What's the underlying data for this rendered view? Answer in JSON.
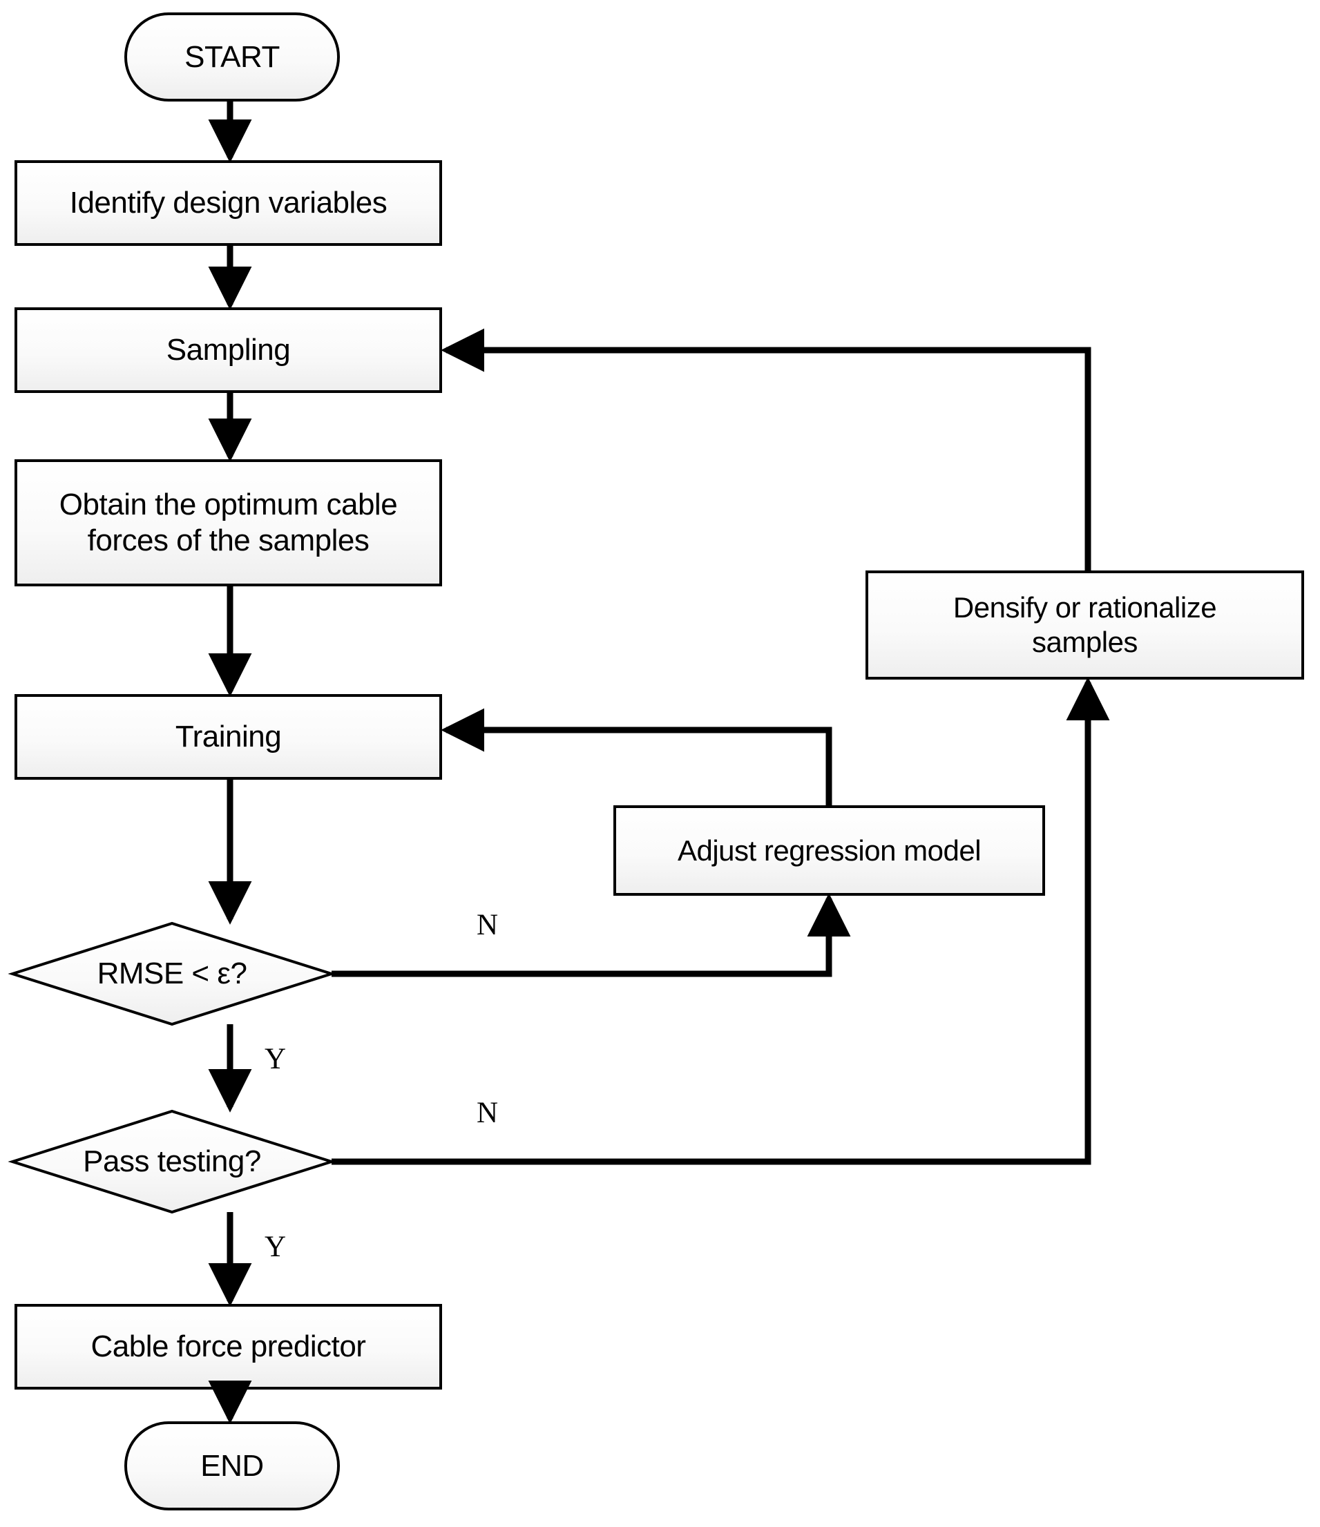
{
  "diagram": {
    "title": "Cable force predictor construction flowchart",
    "background_color": "#ffffff",
    "stroke_color": "#000000",
    "fill_top_color": "#ffffff",
    "fill_bottom_color": "#f0f0f0"
  },
  "nodes": {
    "start": {
      "label": "START",
      "shape": "terminator",
      "font_size": 44
    },
    "identify": {
      "label": "Identify design variables",
      "shape": "process",
      "font_size": 44
    },
    "sampling": {
      "label": "Sampling",
      "shape": "process",
      "font_size": 44
    },
    "obtain": {
      "label": "Obtain the  optimum cable\nforces of the samples",
      "shape": "process",
      "font_size": 44
    },
    "training": {
      "label": "Training",
      "shape": "process",
      "font_size": 44
    },
    "densify": {
      "label": "Densify or rationalize\nsamples",
      "shape": "process",
      "font_size": 42
    },
    "adjust": {
      "label": "Adjust regression model",
      "shape": "process",
      "font_size": 42
    },
    "rmse": {
      "label": "RMSE < ε?",
      "shape": "decision",
      "font_size": 44
    },
    "pass": {
      "label": "Pass testing?",
      "shape": "decision",
      "font_size": 44
    },
    "predictor": {
      "label": "Cable force predictor",
      "shape": "process",
      "font_size": 44
    },
    "end": {
      "label": "END",
      "shape": "terminator",
      "font_size": 44
    }
  },
  "edge_labels": {
    "rmse_no": "N",
    "rmse_yes": "Y",
    "pass_no": "N",
    "pass_yes": "Y"
  },
  "edges": [
    {
      "name": "start-to-identify",
      "from": "start",
      "to": "identify",
      "label": ""
    },
    {
      "name": "identify-to-sampling",
      "from": "identify",
      "to": "sampling",
      "label": ""
    },
    {
      "name": "sampling-to-obtain",
      "from": "sampling",
      "to": "obtain",
      "label": ""
    },
    {
      "name": "obtain-to-training",
      "from": "obtain",
      "to": "training",
      "label": ""
    },
    {
      "name": "training-to-rmse",
      "from": "training",
      "to": "rmse",
      "label": ""
    },
    {
      "name": "rmse-no-to-adjust",
      "from": "rmse",
      "to": "adjust",
      "label": "N"
    },
    {
      "name": "adjust-to-training",
      "from": "adjust",
      "to": "training",
      "label": ""
    },
    {
      "name": "rmse-yes-to-pass",
      "from": "rmse",
      "to": "pass",
      "label": "Y"
    },
    {
      "name": "pass-no-to-densify",
      "from": "pass",
      "to": "densify",
      "label": "N"
    },
    {
      "name": "densify-to-sampling",
      "from": "densify",
      "to": "sampling",
      "label": ""
    },
    {
      "name": "pass-yes-to-predictor",
      "from": "pass",
      "to": "predictor",
      "label": "Y"
    },
    {
      "name": "predictor-to-end",
      "from": "predictor",
      "to": "end",
      "label": ""
    }
  ]
}
